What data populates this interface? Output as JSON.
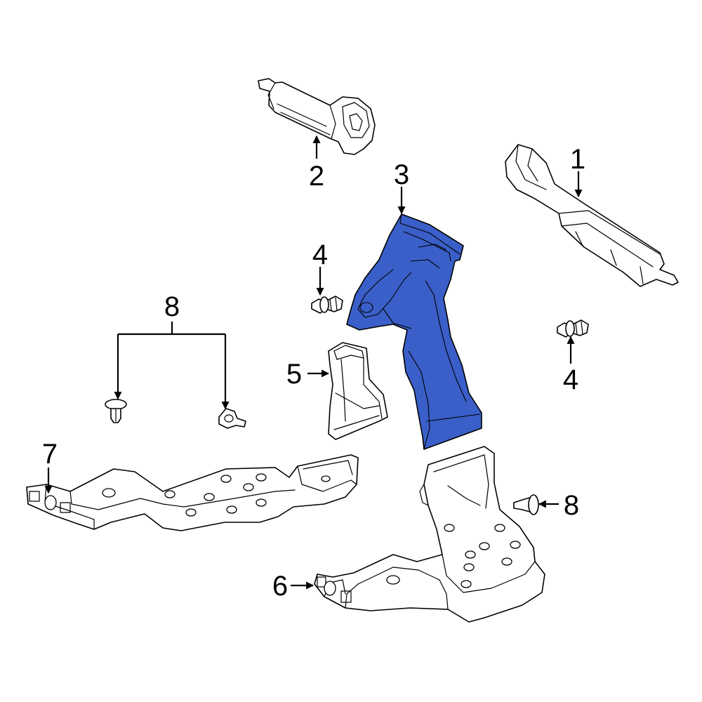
{
  "diagram": {
    "callouts": {
      "c1": "1",
      "c2": "2",
      "c3": "3",
      "c4a": "4",
      "c4b": "4",
      "c5": "5",
      "c6": "6",
      "c7": "7",
      "c8a": "8",
      "c8b": "8"
    },
    "colors": {
      "highlight": "#3a5fc8",
      "line": "#000000",
      "background": "#ffffff"
    }
  }
}
